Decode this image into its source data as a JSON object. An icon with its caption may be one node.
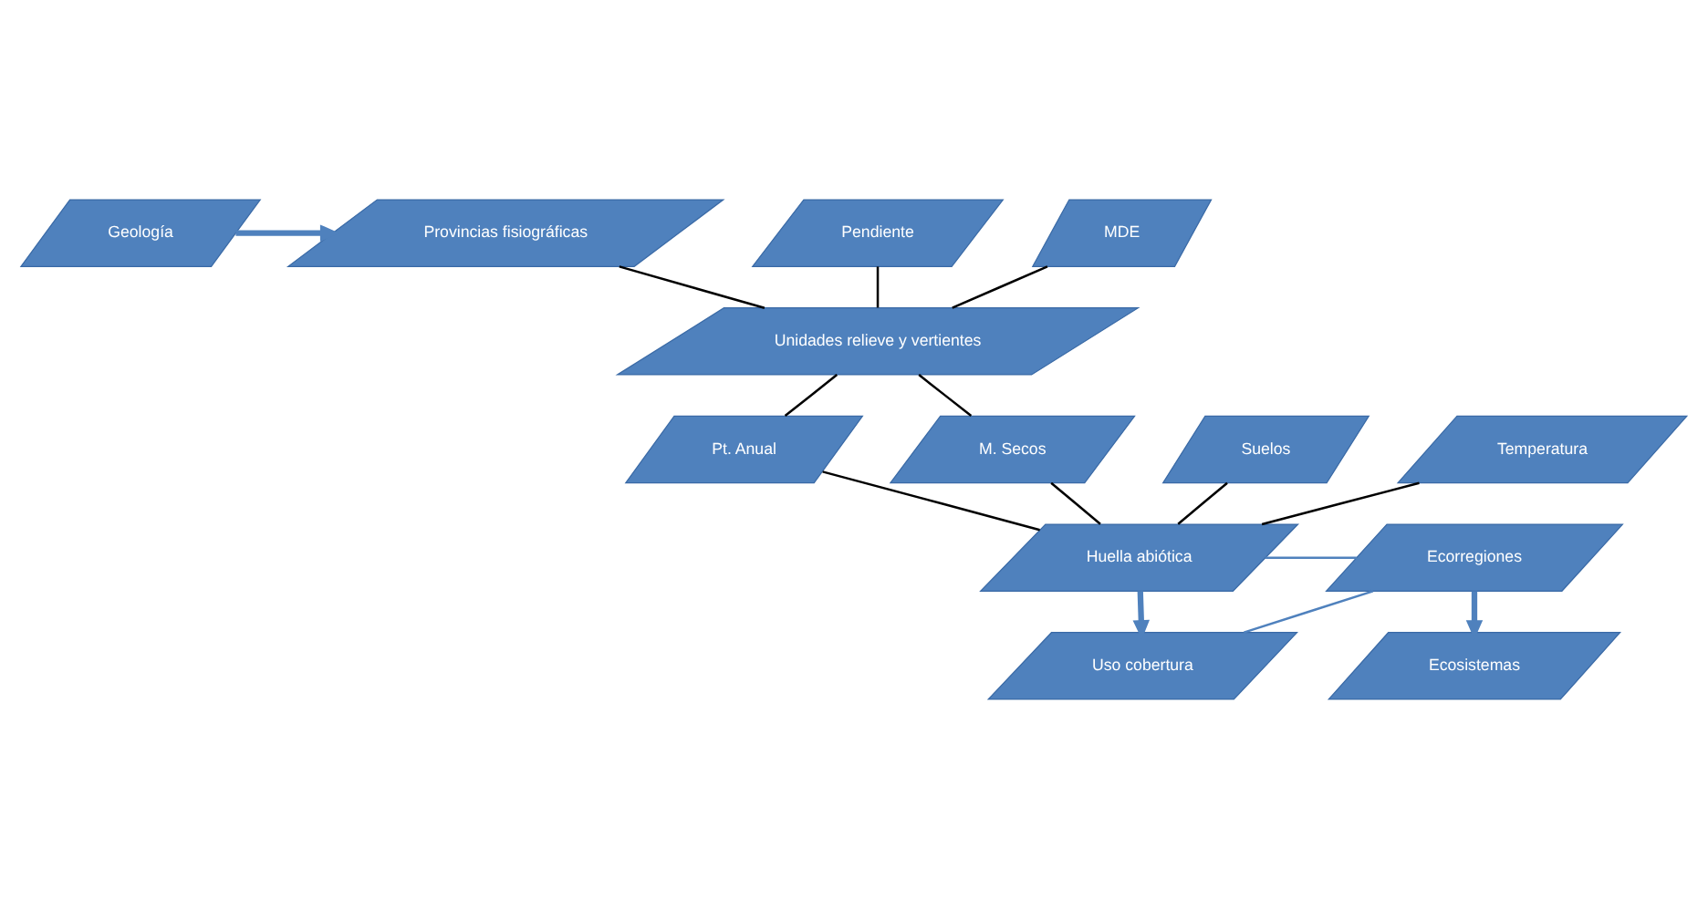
{
  "diagram": {
    "nodes": [
      {
        "text": [
          "Geología"
        ]
      },
      {
        "text": [
          "Provincias fisiográficas"
        ]
      },
      {
        "text": [
          "Pendiente"
        ]
      },
      {
        "text": [
          "MDE"
        ]
      },
      {
        "text": [
          "Unidades relieve y vertientes"
        ]
      },
      {
        "text": [
          "Suelos"
        ]
      },
      {
        "text": [
          "Pt. Anual"
        ]
      },
      {
        "text": [
          "M. Secos"
        ]
      },
      {
        "text": [
          "Temperatura"
        ]
      },
      {
        "text": [
          "Huella abiótica"
        ]
      },
      {
        "text": [
          "Uso cobertura"
        ]
      },
      {
        "text": [
          "Ecorregiones"
        ]
      },
      {
        "text": [
          "Ecosistemas"
        ]
      }
    ],
    "edges": [
      {
        "from": 0,
        "to": 1,
        "arrow": "to",
        "style": "thick",
        "color": "#4f81bd"
      },
      {
        "from": 1,
        "to": 4,
        "arrow": "none"
      },
      {
        "from": 2,
        "to": 4,
        "arrow": "none"
      },
      {
        "from": 3,
        "to": 4,
        "arrow": "none"
      },
      {
        "from": 4,
        "to": 6,
        "arrow": "none"
      },
      {
        "from": 4,
        "to": 7,
        "arrow": "none"
      },
      {
        "from": 5,
        "to": 9,
        "arrow": "none"
      },
      {
        "from": 6,
        "to": 9,
        "arrow": "none"
      },
      {
        "from": 7,
        "to": 9,
        "arrow": "none"
      },
      {
        "from": 8,
        "to": 9,
        "arrow": "none"
      },
      {
        "from": 9,
        "to": 10,
        "arrow": "to",
        "style": "thick",
        "color": "#4f81bd"
      },
      {
        "from": 9,
        "to": 11,
        "arrow": "none",
        "color": "#4f81bd"
      },
      {
        "from": 10,
        "to": 11,
        "arrow": "none",
        "color": "#4f81bd"
      },
      {
        "from": 11,
        "to": 12,
        "arrow": "to",
        "style": "thick",
        "color": "#4f81bd"
      }
    ]
  }
}
